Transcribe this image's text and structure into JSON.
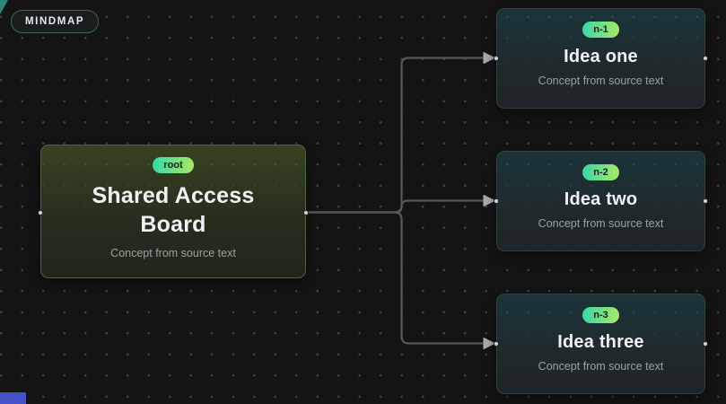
{
  "app": {
    "panel_label": "MINDMAP"
  },
  "nodes": [
    {
      "id": "root",
      "badge": "root",
      "title": "Shared Access Board",
      "subtitle": "Concept from source text"
    },
    {
      "id": "n-1",
      "badge": "n-1",
      "title": "Idea one",
      "subtitle": "Concept from source text"
    },
    {
      "id": "n-2",
      "badge": "n-2",
      "title": "Idea two",
      "subtitle": "Concept from source text"
    },
    {
      "id": "n-3",
      "badge": "n-3",
      "title": "Idea three",
      "subtitle": "Concept from source text"
    }
  ],
  "edges": [
    {
      "source": "root",
      "target": "n-1"
    },
    {
      "source": "root",
      "target": "n-2"
    },
    {
      "source": "root",
      "target": "n-3"
    }
  ],
  "colors": {
    "background": "#141414",
    "badge_gradient_start": "#35d7ab",
    "badge_gradient_end": "#a9ea62",
    "root_border": "#51623b",
    "child_border": "#33403f",
    "edge": "#575757",
    "arrow": "#a9adb0",
    "panel_border": "#44625e",
    "corner_triangle": "#2f857a",
    "corner_accent": "#4452c9"
  }
}
